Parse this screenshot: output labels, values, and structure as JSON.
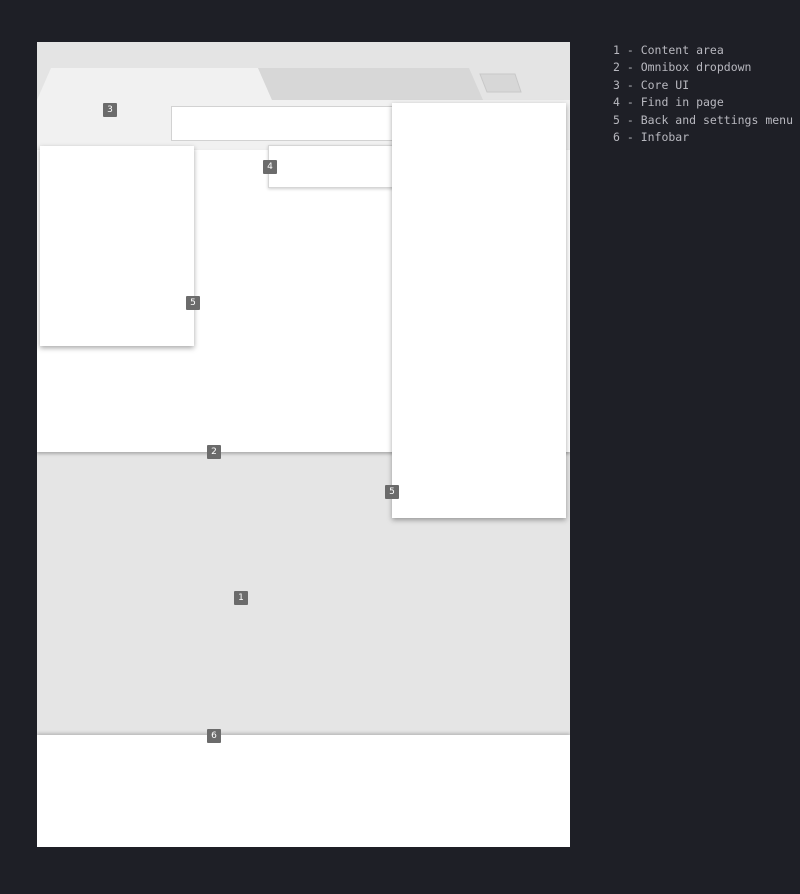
{
  "markers": {
    "core_ui": "3",
    "find_in_page": "4",
    "menu_left": "5",
    "omnibox_dropdown": "2",
    "menu_right": "5",
    "content_area": "1",
    "infobar": "6"
  },
  "legend": [
    {
      "text": "1 - Content area"
    },
    {
      "text": "2 - Omnibox dropdown"
    },
    {
      "text": "3 - Core UI"
    },
    {
      "text": "4 - Find in page"
    },
    {
      "text": "5 - Back and settings menu"
    },
    {
      "text": "6 - Infobar"
    }
  ],
  "colors": {
    "background": "#1e1f26",
    "chrome": "#e4e4e4",
    "content": "#e5e5e5",
    "surface": "#ffffff",
    "marker": "#6b6b6b"
  }
}
